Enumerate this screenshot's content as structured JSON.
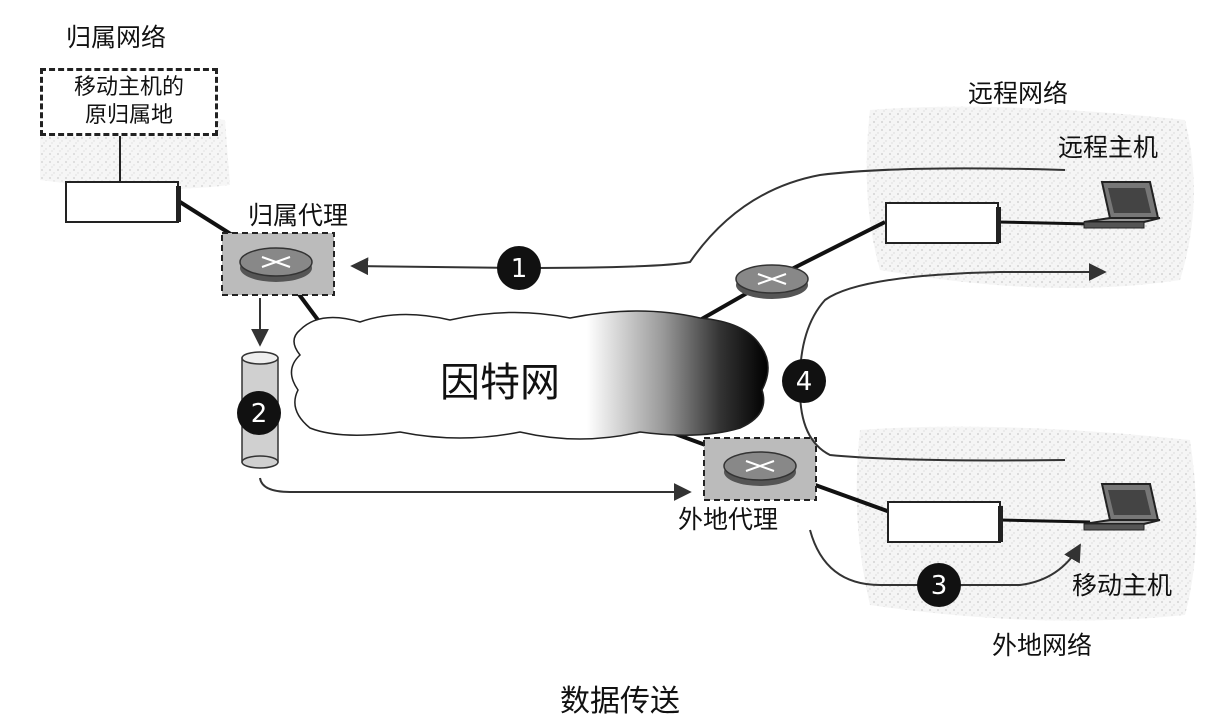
{
  "labels": {
    "home_network": "归属网络",
    "home_box_line1": "移动主机的",
    "home_box_line2": "原归属地",
    "home_agent": "归属代理",
    "remote_network": "远程网络",
    "remote_host": "远程主机",
    "internet": "因特网",
    "foreign_agent": "外地代理",
    "mobile_host": "移动主机",
    "foreign_network": "外地网络",
    "caption": "数据传送"
  },
  "steps": [
    "1",
    "2",
    "3",
    "4"
  ]
}
